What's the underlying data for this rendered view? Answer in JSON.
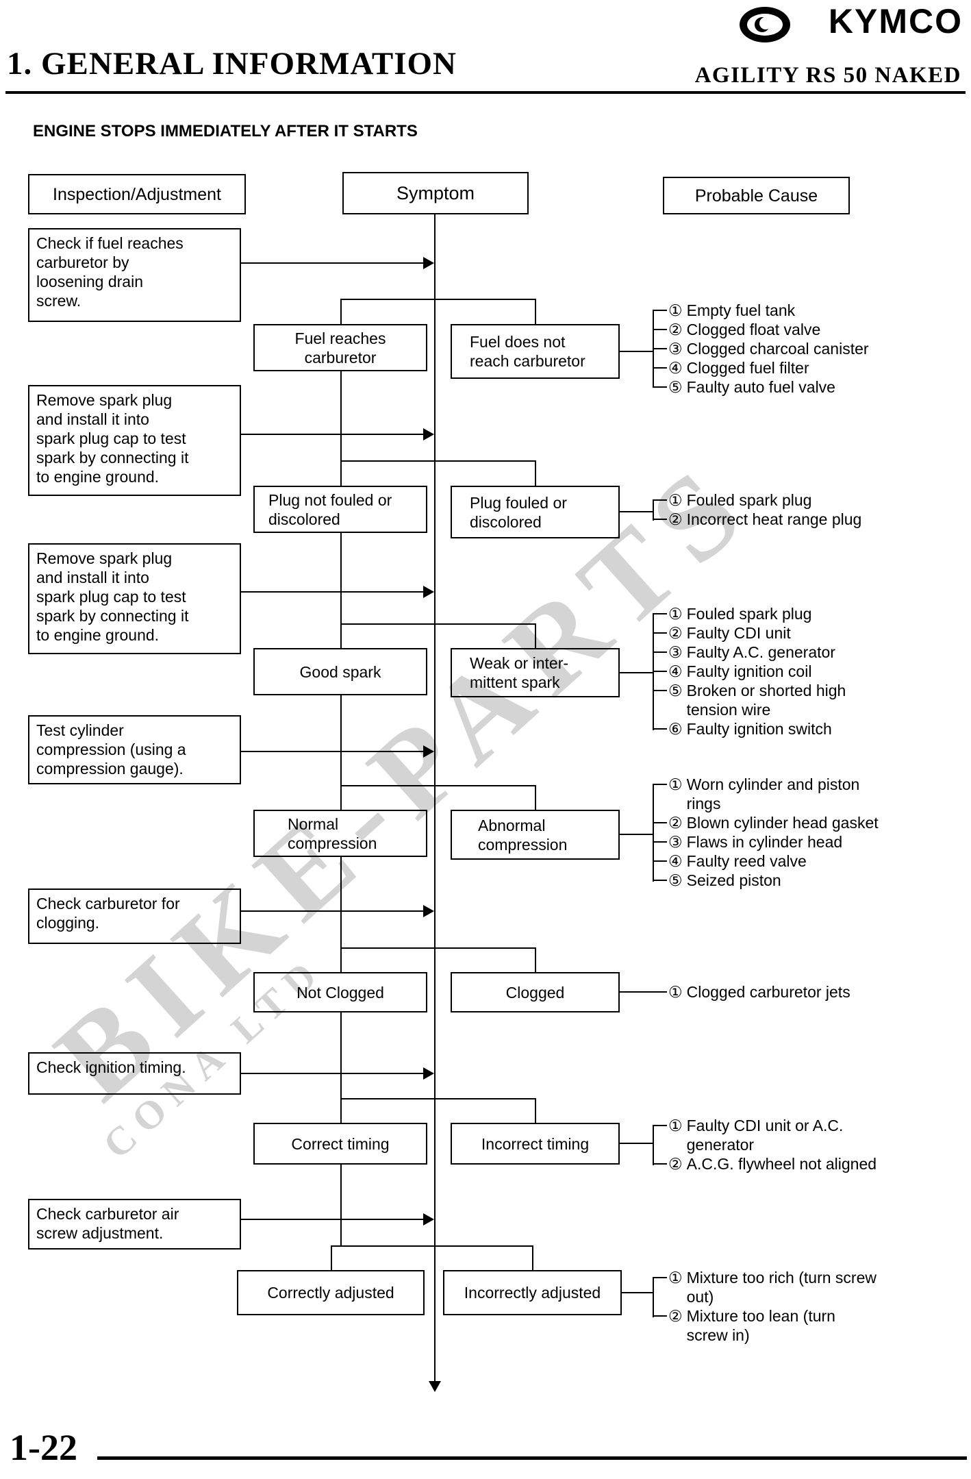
{
  "header": {
    "brand": "KYMCO",
    "title": "1. GENERAL INFORMATION",
    "model": "AGILITY RS 50 NAKED"
  },
  "page": {
    "heading": "ENGINE STOPS IMMEDIATELY AFTER IT STARTS",
    "number": "1-22",
    "watermark_main": "BIKE-PARTS",
    "watermark_sub": "CONA LTD"
  },
  "columns": {
    "inspection": "Inspection/Adjustment",
    "symptom": "Symptom",
    "cause": "Probable Cause"
  },
  "inspections": [
    {
      "text": "Check if fuel reaches\ncarburetor by\nloosening drain\nscrew."
    },
    {
      "text": "Remove spark plug\nand install it into\nspark plug cap to test\nspark by connecting it\nto engine ground."
    },
    {
      "text": "Remove spark plug\nand install it into\nspark plug cap to test\nspark by connecting it\nto engine ground."
    },
    {
      "text": "Test cylinder\ncompression (using a\ncompression gauge)."
    },
    {
      "text": "Check carburetor for\nclogging."
    },
    {
      "text": "Check ignition timing."
    },
    {
      "text": "Check carburetor air\nscrew adjustment."
    }
  ],
  "pairs": [
    {
      "ok": "Fuel reaches\ncarburetor",
      "fail": "Fuel does not\nreach carburetor"
    },
    {
      "ok": "Plug not fouled or\ndiscolored",
      "fail": "Plug fouled or\ndiscolored"
    },
    {
      "ok": "Good spark",
      "fail": "Weak or inter-\nmittent spark"
    },
    {
      "ok": "Normal\ncompression",
      "fail": "Abnormal\ncompression"
    },
    {
      "ok": "Not Clogged",
      "fail": "Clogged"
    },
    {
      "ok": "Correct timing",
      "fail": "Incorrect timing"
    },
    {
      "ok": "Correctly adjusted",
      "fail": "Incorrectly adjusted"
    }
  ],
  "causes": [
    {
      "items": [
        {
          "num": "①",
          "text": "Empty fuel tank"
        },
        {
          "num": "②",
          "text": "Clogged float valve"
        },
        {
          "num": "③",
          "text": "Clogged charcoal canister"
        },
        {
          "num": "④",
          "text": "Clogged fuel filter"
        },
        {
          "num": "⑤",
          "text": "Faulty auto fuel valve"
        }
      ]
    },
    {
      "items": [
        {
          "num": "①",
          "text": "Fouled spark plug"
        },
        {
          "num": "②",
          "text": "Incorrect heat range plug"
        }
      ]
    },
    {
      "items": [
        {
          "num": "①",
          "text": "Fouled spark plug"
        },
        {
          "num": "②",
          "text": "Faulty CDI unit"
        },
        {
          "num": "③",
          "text": "Faulty A.C. generator"
        },
        {
          "num": "④",
          "text": "Faulty ignition coil"
        },
        {
          "num": "⑤",
          "text": "Broken or shorted high\ntension wire"
        },
        {
          "num": "⑥",
          "text": "Faulty ignition switch"
        }
      ]
    },
    {
      "items": [
        {
          "num": "①",
          "text": "Worn cylinder and piston\nrings"
        },
        {
          "num": "②",
          "text": "Blown cylinder head gasket"
        },
        {
          "num": "③",
          "text": "Flaws in cylinder head"
        },
        {
          "num": "④",
          "text": "Faulty reed valve"
        },
        {
          "num": "⑤",
          "text": "Seized piston"
        }
      ]
    },
    {
      "items": [
        {
          "num": "①",
          "text": "Clogged carburetor jets"
        }
      ]
    },
    {
      "items": [
        {
          "num": "①",
          "text": "Faulty CDI unit or A.C.\ngenerator"
        },
        {
          "num": "②",
          "text": "A.C.G. flywheel not aligned"
        }
      ]
    },
    {
      "items": [
        {
          "num": "①",
          "text": "Mixture too rich (turn screw\nout)"
        },
        {
          "num": "②",
          "text": "Mixture too lean (turn\nscrew in)"
        }
      ]
    }
  ]
}
